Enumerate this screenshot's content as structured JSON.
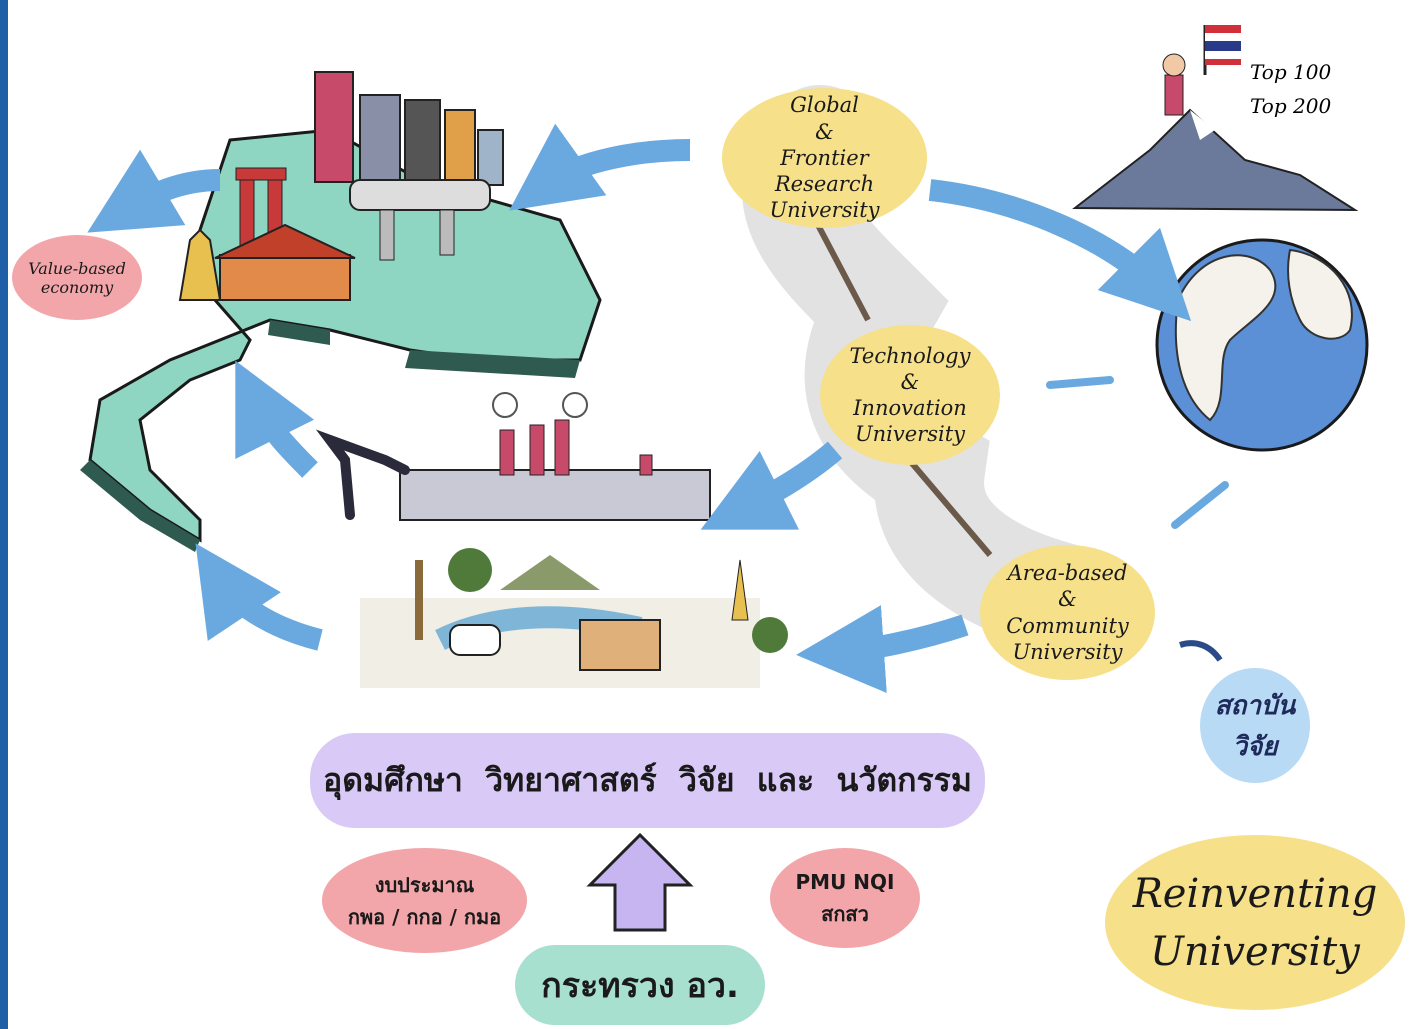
{
  "colors": {
    "frame": "#1f5fa8",
    "map_fill": "#8fd6c2",
    "map_shadow": "#2f5a50",
    "arrow": "#6aa9e0",
    "university_fill": "#f6e08a",
    "chain_glow": "#dddddd",
    "pink_bubble": "#f2a6aa",
    "purple_band": "#d9c9f7",
    "green_bubble": "#a8e0cf",
    "blue_bubble": "#b9daf4"
  },
  "universities": {
    "global": "Global\n&\nFrontier Research\nUniversity",
    "technology": "Technology\n&\nInnovation\nUniversity",
    "area": "Area-based\n&\nCommunity\nUniversity"
  },
  "value_based": "Value-based\neconomy",
  "ranking": {
    "top100": "Top 100",
    "top200": "Top 200"
  },
  "research_institute": "สถาบัน\nวิจัย",
  "ministry_band": "อุดมศึกษา  วิทยาศาสตร์  วิจัย  และ  นวัตกรรม",
  "budget_agencies": "งบประมาณ\nกพอ / กกอ / กมอ",
  "funding_agencies": "PMU   NQI\nสกสว",
  "ministry": "กระทรวง อว.",
  "title": "Reinventing\nUniversity",
  "icons": [
    "thailand-map-illustration",
    "city-skyline",
    "temple",
    "factory",
    "robot-arm",
    "village-scene",
    "globe-icon",
    "mountain-flag-climber",
    "chain-link",
    "curved-arrow"
  ]
}
